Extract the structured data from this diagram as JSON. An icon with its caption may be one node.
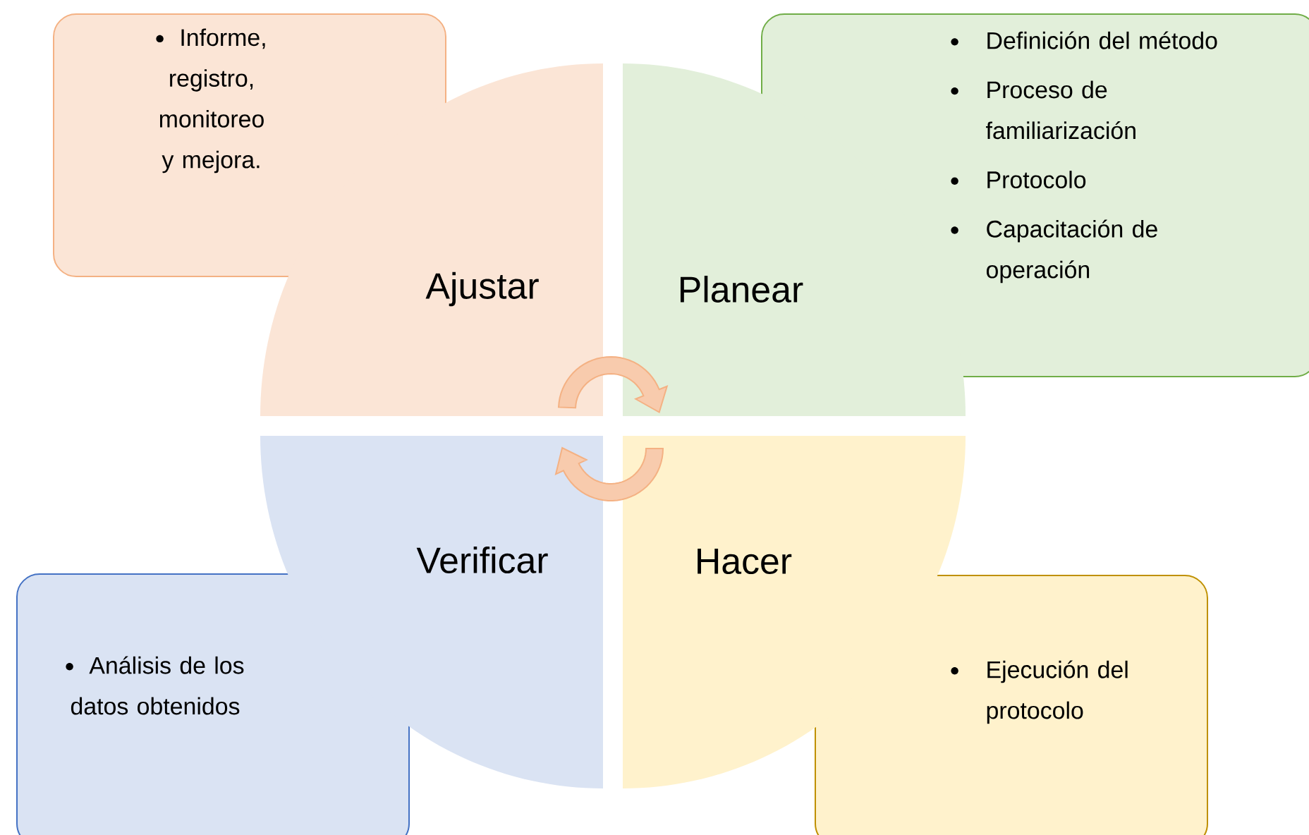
{
  "diagram": {
    "nodes": [
      {
        "text": [
          "Informe, registro, monitoreo y mejora."
        ]
      },
      {
        "text": [
          "Definición del método",
          "Proceso de familiarización",
          "Protocolo",
          "Capacitación de operación"
        ]
      },
      {
        "text": [
          "Ajustar"
        ]
      },
      {
        "text": [
          "Planear"
        ]
      },
      {
        "text": [
          "Verificar"
        ]
      },
      {
        "text": [
          "Hacer"
        ]
      },
      {
        "text": [
          "Análisis de los datos obtenidos"
        ]
      },
      {
        "text": [
          "Ejecución del protocolo"
        ]
      }
    ]
  }
}
